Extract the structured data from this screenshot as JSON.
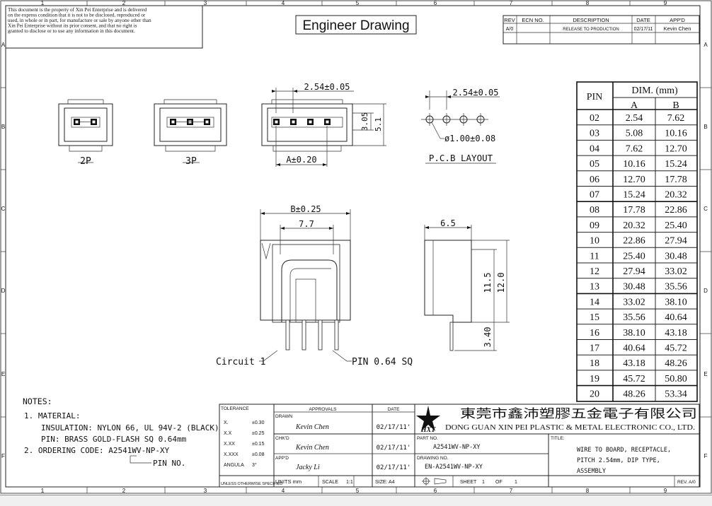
{
  "title": "Engineer Drawing",
  "notice": [
    "This document is the property of Xin Pei Enterprise and is delivered",
    "on the express condition that it is not to be disclosed, reproduced or",
    "used, in whole or in part, for manufacture or sale by anyone other than",
    "Xin Pei Enterprise without its prior consent, and that no right is",
    "granted to disclose or to use any information in this document."
  ],
  "border": {
    "columns": [
      "1",
      "2",
      "3",
      "4",
      "5",
      "6",
      "7",
      "8",
      "9"
    ],
    "rows": [
      "A",
      "B",
      "C",
      "D",
      "E",
      "F"
    ]
  },
  "revision": {
    "headers": [
      "REV",
      "ECN NO.",
      "DESCRIPTION",
      "DATE",
      "APP'D"
    ],
    "row": {
      "rev": "A/0",
      "ecn": "",
      "description": "RELEASE TO PRODUCTION",
      "date": "02/17/11",
      "approved": "Kevin Chen"
    }
  },
  "views": {
    "label_2p": "2P",
    "label_3p": "3P",
    "dim_pitch": "2.54±0.05",
    "dim_a": "A±0.20",
    "dim_h1": "3.05",
    "dim_h2": "5.1",
    "pcb_pitch": "2.54±0.05",
    "pcb_hole": "ø1.00±0.08",
    "pcb_title": "P.C.B LAYOUT",
    "dim_b": "B±0.25",
    "dim_77": "7.7",
    "dim_65": "6.5",
    "dim_115": "11.5",
    "dim_120": "12.0",
    "dim_340": "3.40",
    "circuit_label": "Circuit 1",
    "pin_label": "PIN 0.64 SQ"
  },
  "dim_table": {
    "pin_header": "PIN",
    "dim_header": "DIM. (mm)",
    "col_a": "A",
    "col_b": "B",
    "rows": [
      [
        "02",
        "2.54",
        "7.62"
      ],
      [
        "03",
        "5.08",
        "10.16"
      ],
      [
        "04",
        "7.62",
        "12.70"
      ],
      [
        "05",
        "10.16",
        "15.24"
      ],
      [
        "06",
        "12.70",
        "17.78"
      ],
      [
        "07",
        "15.24",
        "20.32"
      ],
      [
        "08",
        "17.78",
        "22.86"
      ],
      [
        "09",
        "20.32",
        "25.40"
      ],
      [
        "10",
        "22.86",
        "27.94"
      ],
      [
        "11",
        "25.40",
        "30.48"
      ],
      [
        "12",
        "27.94",
        "33.02"
      ],
      [
        "13",
        "30.48",
        "35.56"
      ],
      [
        "14",
        "33.02",
        "38.10"
      ],
      [
        "15",
        "35.56",
        "40.64"
      ],
      [
        "16",
        "38.10",
        "43.18"
      ],
      [
        "17",
        "40.64",
        "45.72"
      ],
      [
        "18",
        "43.18",
        "48.26"
      ],
      [
        "19",
        "45.72",
        "50.80"
      ],
      [
        "20",
        "48.26",
        "53.34"
      ]
    ]
  },
  "notes": {
    "title": "NOTES:",
    "lines": [
      "1. MATERIAL:",
      "INSULATION: NYLON 66, UL 94V-2 (BLACK)",
      "PIN: BRASS GOLD-FLASH SQ 0.64mm",
      "2. ORDERING CODE: A2541WV-NP-XY"
    ],
    "pin_no": "PIN NO."
  },
  "title_block": {
    "tolerance_label": "TOLERANCE",
    "tolerances": [
      [
        "X.",
        "±0.30"
      ],
      [
        "X.X",
        "±0.25"
      ],
      [
        "X.XX",
        "±0.15"
      ],
      [
        "X.XXX",
        "±0.08"
      ],
      [
        "ANGULA",
        "3°"
      ]
    ],
    "unless": "UNLESS OTHERWISE SPECIFIED",
    "approvals": "APPROVALS",
    "date_label": "DATE",
    "drawn_label": "DRAWN",
    "drawn_by": "Kevin Chen",
    "drawn_date": "02/17/11'",
    "chkd_label": "CHK'D",
    "chkd_by": "Kevin Chen",
    "chkd_date": "02/17/11'",
    "appd_label": "APP'D",
    "appd_by": "Jacky Li",
    "appd_date": "02/17/11'",
    "units": "UNITS mm",
    "scale_label": "SCALE",
    "scale": "1:1",
    "size": "SIZE: A4",
    "sheet_label": "SHEET",
    "sheet_no": "1",
    "of_label": "OF",
    "sheet_total": "1",
    "company_cn": "東莞市鑫沛塑膠五金電子有限公司",
    "company_en": "DONG GUAN XIN PEI PLASTIC & METAL ELECTRONIC CO., LTD.",
    "logo_text": "HXT",
    "part_label": "PART NO.",
    "part_no": "A2541WV-NP-XY",
    "drawing_label": "DRAWING NO.",
    "drawing_no": "EN-A2541WV-NP-XY",
    "title_label": "TITLE:",
    "title_lines": [
      "WIRE TO BOARD, RECEPTACLE,",
      "PITCH 2.54mm, DIP TYPE,",
      "ASSEMBLY"
    ],
    "rev": "REV. A/0"
  }
}
